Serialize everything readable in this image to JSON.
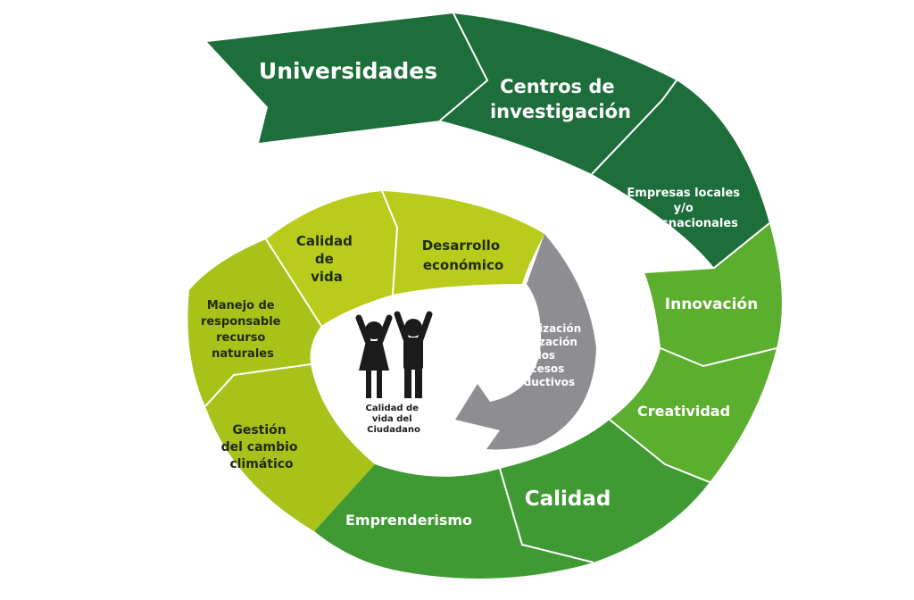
{
  "colors": {
    "dark_green": "#1d6e3a",
    "mid_green": "#3f9a34",
    "light_green": "#5cae2f",
    "yellow_green": "#b9cc1c",
    "olive": "#a8c21a",
    "grey_arrow": "#8e8e92",
    "divider": "#ffffff"
  },
  "outer_spiral": {
    "segments": [
      {
        "label": "Universidades",
        "lines": [
          "Universidades"
        ]
      },
      {
        "label": "Centros de investigación",
        "lines": [
          "Centros de",
          "investigación"
        ]
      },
      {
        "label": "Empresas locales y/o Transnacionales",
        "lines": [
          "Empresas locales",
          "y/o",
          "Transnacionales"
        ]
      },
      {
        "label": "Innovación",
        "lines": [
          "Innovación"
        ]
      },
      {
        "label": "Creatividad",
        "lines": [
          "Creatividad"
        ]
      },
      {
        "label": "Calidad",
        "lines": [
          "Calidad"
        ]
      },
      {
        "label": "Emprenderismo",
        "lines": [
          "Emprenderismo"
        ]
      }
    ]
  },
  "inner_ring": {
    "segments": [
      {
        "label": "Calidad de vida",
        "lines": [
          "Calidad",
          "de",
          "vida"
        ]
      },
      {
        "label": "Desarrollo económico",
        "lines": [
          "Desarrollo",
          "económico"
        ]
      },
      {
        "label": "Manejo de responsable recurso naturales",
        "lines": [
          "Manejo de",
          "responsable",
          "recurso",
          "naturales"
        ]
      },
      {
        "label": "Gestión del cambio climático",
        "lines": [
          "Gestión",
          "del cambio",
          "climático"
        ]
      }
    ]
  },
  "arrow": {
    "lines": [
      "Modernización",
      "Actualización",
      "en los",
      "Procesos",
      "productivos"
    ]
  },
  "center": {
    "icon": "people-raising-hands-icon",
    "lines": [
      "Calidad de",
      "vida del",
      "Ciudadano"
    ]
  }
}
